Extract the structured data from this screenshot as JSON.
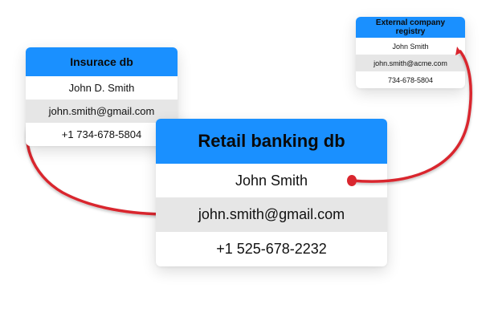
{
  "colors": {
    "header_blue": "#1a90ff",
    "highlight_row": "#e6e6e6",
    "arrow_red": "#d9262e"
  },
  "insurance_db": {
    "title": "Insurace db",
    "name": "John D. Smith",
    "email": "john.smith@gmail.com",
    "phone": "+1 734-678-5804"
  },
  "external_registry": {
    "title": "External company registry",
    "name": "John Smith",
    "email": "john.smith@acme.com",
    "phone": "734-678-5804"
  },
  "retail_banking_db": {
    "title": "Retail banking db",
    "name": "John Smith",
    "email": "john.smith@gmail.com",
    "phone": "+1 525-678-2232"
  },
  "links": [
    {
      "from": "insurance_db.email",
      "to": "retail_banking_db.email"
    },
    {
      "from": "retail_banking_db.name",
      "to": "external_registry.name"
    }
  ]
}
